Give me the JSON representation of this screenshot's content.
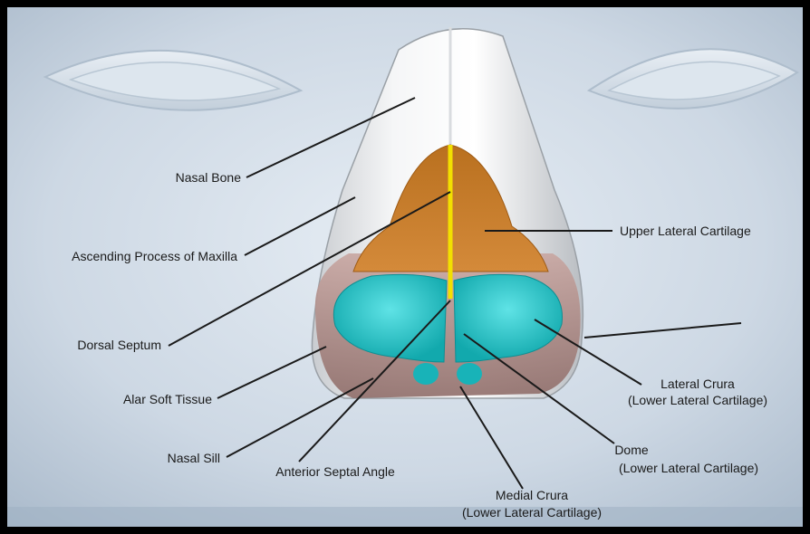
{
  "labels": {
    "nasal_bone": "Nasal Bone",
    "ascending_process": "Ascending Process of Maxilla",
    "dorsal_septum": "Dorsal Septum",
    "alar_soft_tissue": "Alar Soft Tissue",
    "nasal_sill": "Nasal Sill",
    "anterior_septal_angle": "Anterior Septal Angle",
    "upper_lateral_cartilage": "Upper Lateral Cartilage",
    "lateral_crura": "Lateral Crura",
    "lateral_crura_sub": "(Lower Lateral Cartilage)",
    "dome": "Dome",
    "dome_sub": "(Lower Lateral Cartilage)",
    "medial_crura": "Medial Crura",
    "medial_crura_sub": "(Lower Lateral Cartilage)"
  },
  "colors": {
    "frame": "#000000",
    "background": "#cdd8e4",
    "cartilage_upper": "#c47a2c",
    "cartilage_lower": "#1bb8bd",
    "septum": "#f2e000",
    "soft_tissue": "#b48f8a",
    "bone": "#f3f4f5"
  }
}
